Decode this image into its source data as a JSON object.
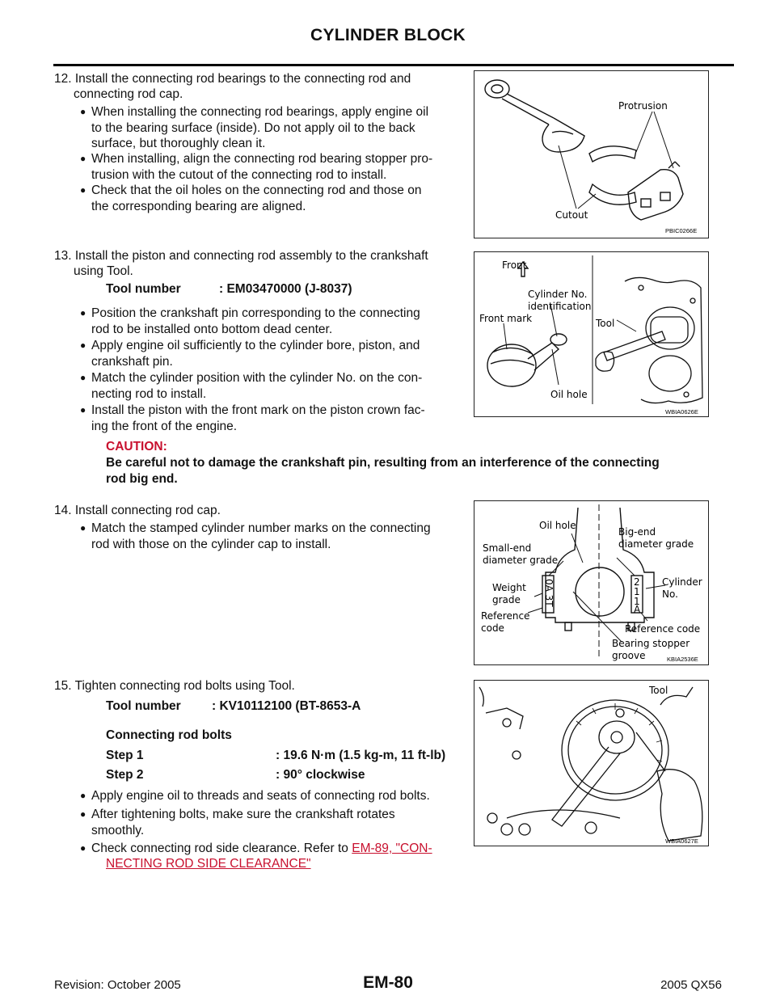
{
  "header": {
    "title": "CYLINDER BLOCK"
  },
  "steps": {
    "s12": {
      "text_l1": "12.  Install the connecting rod bearings to the connecting rod and",
      "text_l2": "connecting rod cap.",
      "b1_l1": "When installing the connecting rod bearings, apply engine oil",
      "b1_l2": "to the bearing surface (inside). Do not apply oil to the back",
      "b1_l3": "surface, but thoroughly clean it.",
      "b2_l1": "When installing, align the connecting rod bearing stopper pro-",
      "b2_l2": "trusion with the cutout of the connecting rod to install.",
      "b3_l1": "Check that the oil holes on the connecting rod and those on",
      "b3_l2": "the corresponding bearing are aligned."
    },
    "s13": {
      "text_l1": "13.  Install the piston and connecting rod assembly to the crankshaft",
      "text_l2": "using Tool.",
      "tool_label": "Tool number",
      "tool_value": ": EM03470000 (J-8037)",
      "b1_l1": "Position the crankshaft pin corresponding to the connecting",
      "b1_l2": "rod to be installed onto bottom dead center.",
      "b2_l1": "Apply engine oil sufficiently to the cylinder bore, piston, and",
      "b2_l2": "crankshaft pin.",
      "b3_l1": "Match the cylinder position with the cylinder No. on the con-",
      "b3_l2": "necting rod to install.",
      "b4_l1": "Install the piston with the front mark on the piston crown fac-",
      "b4_l2": "ing the front of the engine.",
      "caution_title": "CAUTION:",
      "caution_l1": "Be careful not to damage the crankshaft pin, resulting from an interference of the connecting",
      "caution_l2": "rod big end."
    },
    "s14": {
      "text": "14.  Install connecting rod cap.",
      "b1_l1": "Match the stamped cylinder number marks on the connecting",
      "b1_l2": "rod with those on the cylinder cap to install."
    },
    "s15": {
      "text": "15.  Tighten connecting rod bolts using Tool.",
      "tool_label": "Tool number",
      "tool_value": ": KV10112100 (BT-8653-A",
      "bolts_title": "Connecting rod bolts",
      "step1_label": "Step 1",
      "step1_value": ": 19.6 N·m (1.5 kg-m, 11 ft-lb)",
      "step2_label": "Step 2",
      "step2_value": ": 90° clockwise",
      "b1": "Apply engine oil to threads and seats of connecting rod bolts.",
      "b2_l1": "After tightening bolts, make sure the crankshaft rotates",
      "b2_l2": "smoothly.",
      "b3_pre": "Check connecting rod side clearance. Refer to ",
      "b3_link_l1": "EM-89, \"CON-",
      "b3_link_l2": "NECTING ROD SIDE CLEARANCE\""
    }
  },
  "figures": {
    "fig1": {
      "code": "PBIC0266E",
      "protrusion": "Protrusion",
      "cutout": "Cutout"
    },
    "fig2": {
      "code": "WBIA0626E",
      "front": "Front",
      "cyl_no": "Cylinder No.",
      "ident": "identification",
      "front_mark": "Front mark",
      "tool": "Tool",
      "oil_hole": "Oil hole"
    },
    "fig3": {
      "code": "KBIA2536E",
      "oil_hole": "Oil hole",
      "big_end": "Big-end",
      "big_end2": "diameter grade",
      "small_end": "Small-end",
      "small_end2": "diameter grade",
      "weight": "Weight",
      "grade": "grade",
      "cylinder": "Cylinder",
      "no": "No.",
      "ref": "Reference",
      "code_word": "code",
      "ref_code": "Reference code",
      "bearing": "Bearing stopper",
      "groove": "groove",
      "stamp_left": "0A 3T",
      "stamp_right_1": "2",
      "stamp_right_2": "1",
      "stamp_right_3": "1",
      "stamp_right_4": "A"
    },
    "fig4": {
      "code": "WBIA0627E",
      "tool": "Tool"
    }
  },
  "footer": {
    "revision": "Revision: October 2005",
    "page": "EM-80",
    "model": "2005 QX56"
  }
}
